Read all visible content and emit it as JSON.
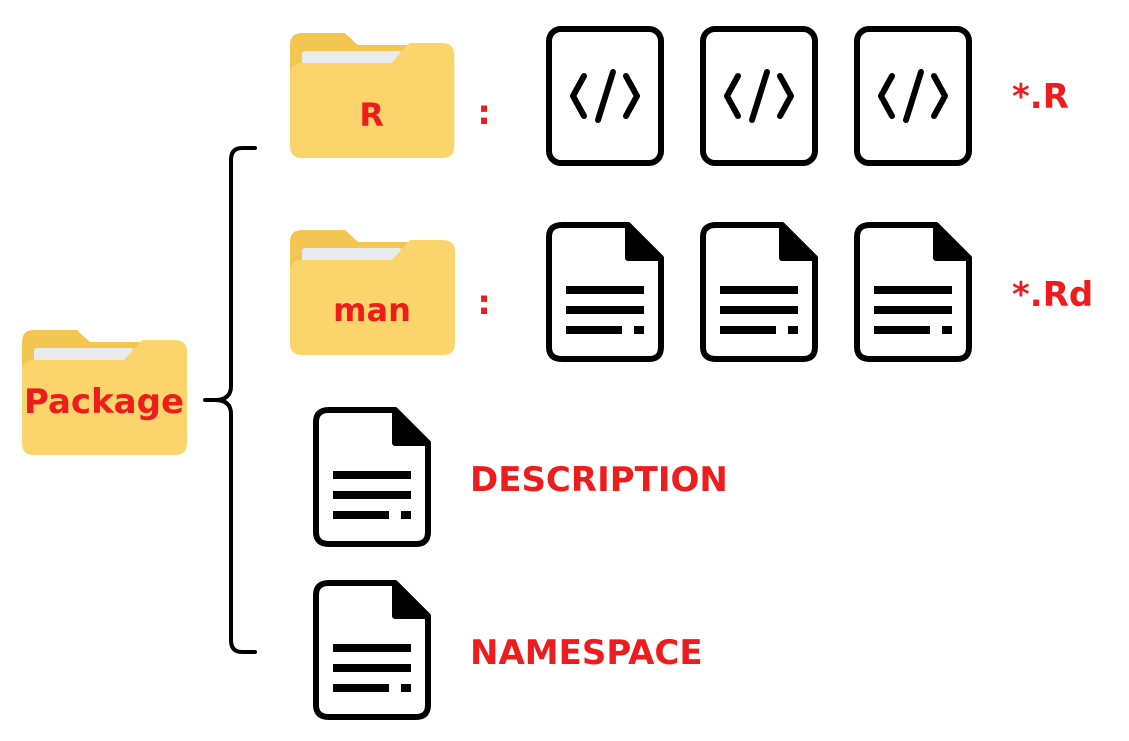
{
  "folders": {
    "root": {
      "label": "Package"
    },
    "r": {
      "label": "R",
      "separator": ":",
      "file_icon": "code-file-icon",
      "file_count": 3,
      "extension": "*.R"
    },
    "man": {
      "label": "man",
      "separator": ":",
      "file_icon": "document-icon",
      "file_count": 3,
      "extension": "*.Rd"
    }
  },
  "files": [
    {
      "label": "DESCRIPTION",
      "icon": "document-icon"
    },
    {
      "label": "NAMESPACE",
      "icon": "document-icon"
    }
  ],
  "colors": {
    "folder_body": "#fbd56b",
    "folder_back": "#f3c651",
    "folder_paper": "#e9ecef",
    "text": "#ee1c1c",
    "stroke": "#000000"
  }
}
